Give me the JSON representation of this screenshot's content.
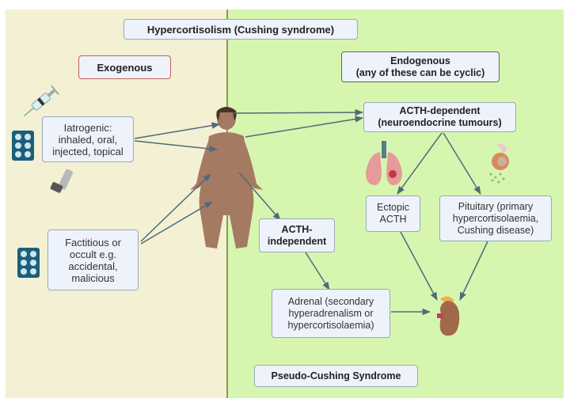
{
  "title": "Hypercortisolism (Cushing syndrome)",
  "exogenous": {
    "heading": "Exogenous",
    "iatrogenic": "Iatrogenic:\ninhaled, oral,\ninjected, topical",
    "factitious": "Factitious or\noccult e.g.\naccidental,\nmalicious"
  },
  "endogenous": {
    "heading": "Endogenous\n(any of these can be cyclic)",
    "acth_dependent": "ACTH-dependent\n(neuroendocrine tumours)",
    "ectopic": "Ectopic\nACTH",
    "pituitary": "Pituitary (primary\nhypercortisolaemia,\nCushing disease)",
    "acth_independent": "ACTH-\nindependent",
    "adrenal": "Adrenal (secondary\nhyperadrenalism or\nhypercortisolaemia)",
    "pseudo": "Pseudo-Cushing Syndrome"
  },
  "colors": {
    "exogenous_bg": "#f3f0d4",
    "endogenous_bg": "#d6f6b0",
    "arrow": "#4f6a7a",
    "box_fill": "#eef2fb"
  },
  "icons": [
    "syringe-icon",
    "pill-pack-icon",
    "inhaler-icon",
    "body-figure-icon",
    "lungs-icon",
    "pituitary-icon",
    "adrenal-kidney-icon"
  ]
}
